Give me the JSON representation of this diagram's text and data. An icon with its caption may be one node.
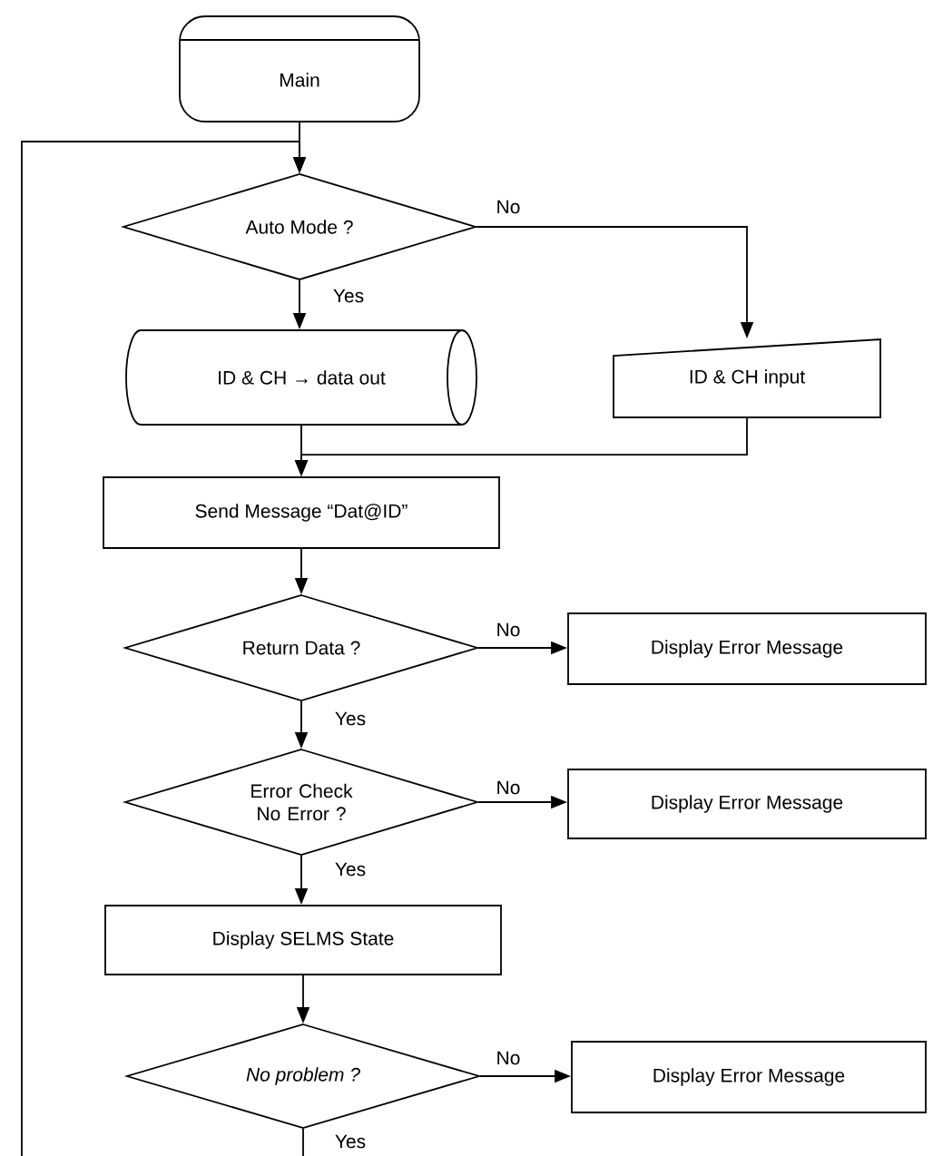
{
  "diagram": {
    "nodes": [
      {
        "text": [
          "Main"
        ]
      },
      {
        "text": [
          "Auto Mode ?"
        ]
      },
      {
        "text": [
          "ID & CH → data out"
        ]
      },
      {
        "text": [
          "ID & CH input"
        ]
      },
      {
        "text": [
          "Send Message “Dat@ID”"
        ]
      },
      {
        "text": [
          "Return Data ?"
        ]
      },
      {
        "text": [
          "Display Error Message"
        ]
      },
      {
        "text": [
          "Error Check No Error ?"
        ]
      },
      {
        "text": [
          "Display Error Message"
        ]
      },
      {
        "text": [
          "Display SELMS State"
        ]
      },
      {
        "text": [
          "No problem ?"
        ]
      },
      {
        "text": [
          "Display Error Message"
        ]
      }
    ],
    "edges": [
      {
        "from": 0,
        "to": 1,
        "arrow": "to"
      },
      {
        "from": 1,
        "to": 2,
        "label": "Yes",
        "arrow": "to"
      },
      {
        "from": 1,
        "to": 3,
        "label": "No",
        "arrow": "to"
      },
      {
        "from": 2,
        "to": 4,
        "arrow": "to"
      },
      {
        "from": 3,
        "to": 4,
        "arrow": "to"
      },
      {
        "from": 4,
        "to": 5,
        "arrow": "to"
      },
      {
        "from": 5,
        "to": 6,
        "label": "No",
        "arrow": "to"
      },
      {
        "from": 5,
        "to": 7,
        "label": "Yes",
        "arrow": "to"
      },
      {
        "from": 7,
        "to": 8,
        "label": "No",
        "arrow": "to"
      },
      {
        "from": 7,
        "to": 9,
        "label": "Yes",
        "arrow": "to"
      },
      {
        "from": 9,
        "to": 10,
        "arrow": "to"
      },
      {
        "from": 10,
        "to": 11,
        "label": "No",
        "arrow": "to"
      },
      {
        "from": 10,
        "to": null,
        "label": "Yes",
        "arrow": "none"
      },
      {
        "from": null,
        "to": 1,
        "arrow": "to"
      }
    ]
  }
}
